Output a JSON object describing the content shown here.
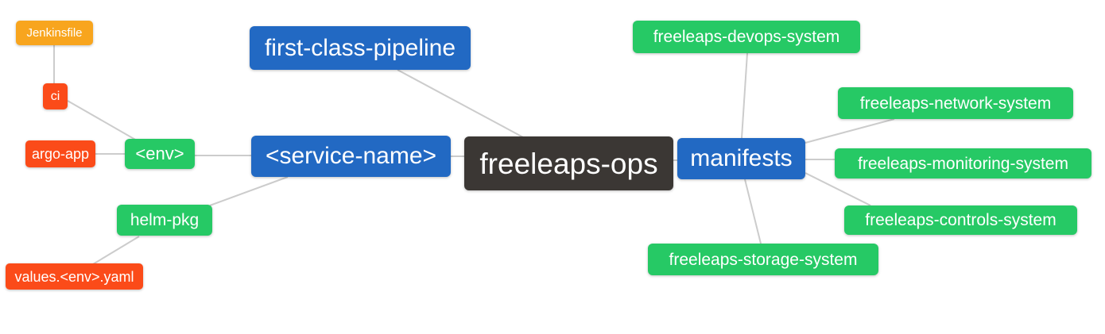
{
  "diagram": {
    "title": "freeleaps-ops mind map",
    "nodes": [
      {
        "id": "jenkinsfile",
        "label": "Jenkinsfile",
        "color": "orange"
      },
      {
        "id": "ci",
        "label": "ci",
        "color": "red"
      },
      {
        "id": "argo-app",
        "label": "argo-app",
        "color": "red"
      },
      {
        "id": "env",
        "label": "<env>",
        "color": "green"
      },
      {
        "id": "helm-pkg",
        "label": "helm-pkg",
        "color": "green"
      },
      {
        "id": "values-env-yaml",
        "label": "values.<env>.yaml",
        "color": "red"
      },
      {
        "id": "first-class-pipeline",
        "label": "first-class-pipeline",
        "color": "blue"
      },
      {
        "id": "service-name",
        "label": "<service-name>",
        "color": "blue"
      },
      {
        "id": "freeleaps-ops",
        "label": "freeleaps-ops",
        "color": "dark"
      },
      {
        "id": "manifests",
        "label": "manifests",
        "color": "blue"
      },
      {
        "id": "freeleaps-devops-system",
        "label": "freeleaps-devops-system",
        "color": "green"
      },
      {
        "id": "freeleaps-network-system",
        "label": "freeleaps-network-system",
        "color": "green"
      },
      {
        "id": "freeleaps-monitoring-system",
        "label": "freeleaps-monitoring-system",
        "color": "green"
      },
      {
        "id": "freeleaps-controls-system",
        "label": "freeleaps-controls-system",
        "color": "green"
      },
      {
        "id": "freeleaps-storage-system",
        "label": "freeleaps-storage-system",
        "color": "green"
      }
    ],
    "edges": [
      [
        "jenkinsfile",
        "ci"
      ],
      [
        "ci",
        "env"
      ],
      [
        "argo-app",
        "env"
      ],
      [
        "env",
        "service-name"
      ],
      [
        "service-name",
        "helm-pkg"
      ],
      [
        "helm-pkg",
        "values-env-yaml"
      ],
      [
        "first-class-pipeline",
        "freeleaps-ops"
      ],
      [
        "service-name",
        "freeleaps-ops"
      ],
      [
        "freeleaps-ops",
        "manifests"
      ],
      [
        "manifests",
        "freeleaps-devops-system"
      ],
      [
        "manifests",
        "freeleaps-network-system"
      ],
      [
        "manifests",
        "freeleaps-monitoring-system"
      ],
      [
        "manifests",
        "freeleaps-controls-system"
      ],
      [
        "manifests",
        "freeleaps-storage-system"
      ]
    ],
    "colors": {
      "orange": "#F8A51E",
      "red": "#FB4B19",
      "green": "#26C965",
      "blue": "#2269C3",
      "dark": "#3B3734",
      "edge": "#CCCCCC",
      "text": "#FFFFFF",
      "background": "#FFFFFF"
    }
  }
}
